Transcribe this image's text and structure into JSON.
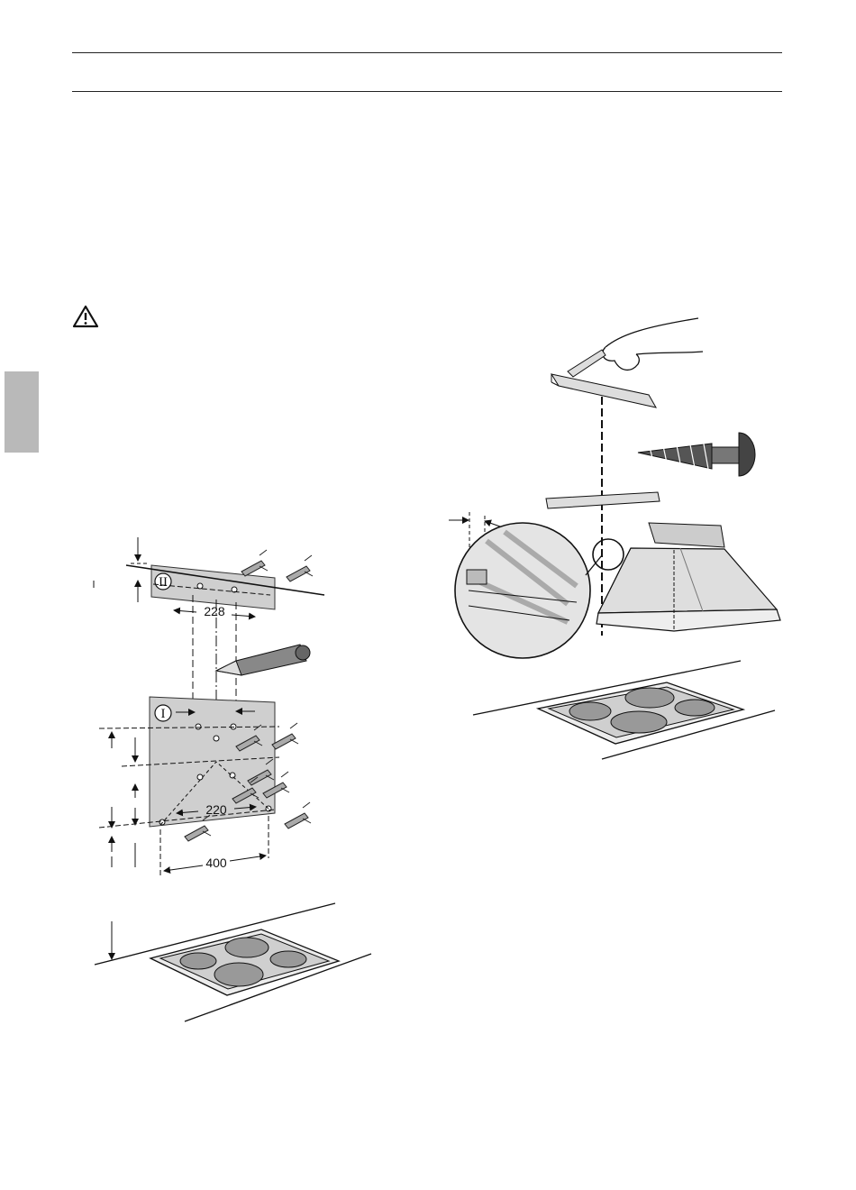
{
  "page": {
    "header_rules": 2,
    "side_tab_color": "#b9b9b9"
  },
  "icons": {
    "warning": "warning-triangle-icon"
  },
  "figure_left": {
    "top_plate_label": "II",
    "bottom_plate_label": "I",
    "dim_top_holes": "228",
    "dim_bottom_holes": "220",
    "dim_bottom_width": "400"
  },
  "figure_right": {
    "parts": [
      "mounting-bracket",
      "screw",
      "spacer-bracket",
      "chimney-hood",
      "hob"
    ]
  }
}
